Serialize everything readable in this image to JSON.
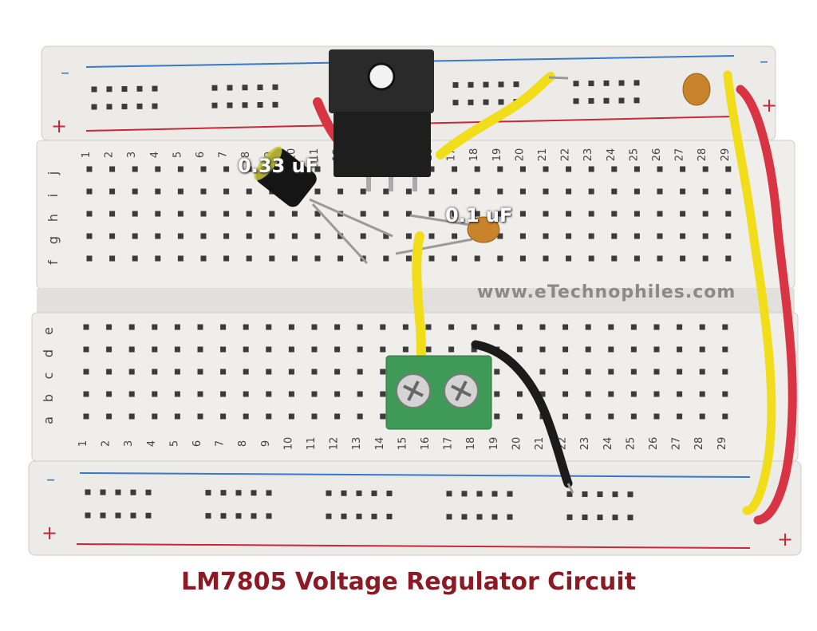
{
  "caption": "LM7805 Voltage Regulator Circuit",
  "capacitor_input_label": "0.33 uF",
  "capacitor_output_label": "0.1 uF",
  "watermark": "www.eTechnophiles.com",
  "rail_minus_symbol": "–",
  "rail_plus_symbol": "+",
  "rows_top": [
    "f",
    "g",
    "h",
    "i",
    "j"
  ],
  "rows_bottom": [
    "a",
    "b",
    "c",
    "d",
    "e"
  ],
  "column_count": 29,
  "colors": {
    "caption": "#8b1a24",
    "rail_blue": "#3a78c9",
    "rail_red": "#c8283a",
    "wire_yellow": "#f2dd1b",
    "wire_red": "#d93444",
    "wire_black": "#1b1b1b",
    "terminal_green": "#3f9a57",
    "capacitor_orange": "#c8832b"
  }
}
